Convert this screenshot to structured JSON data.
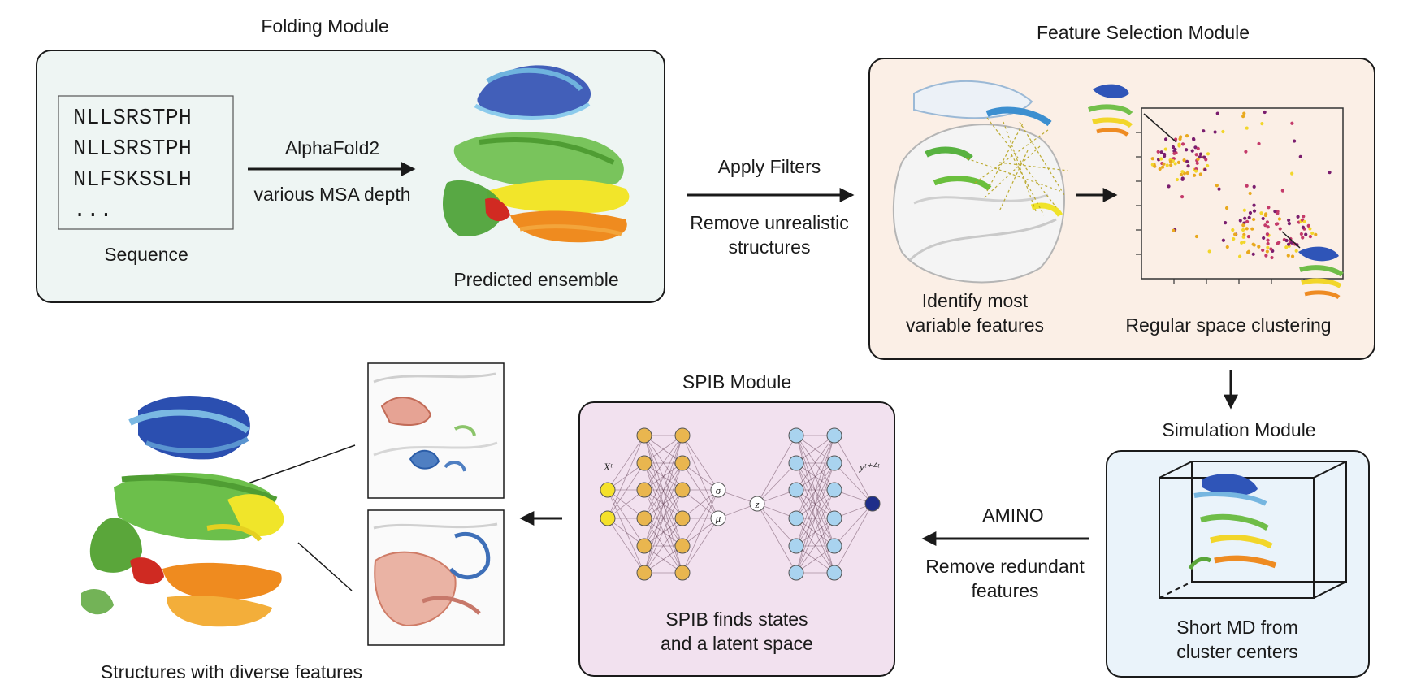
{
  "folding": {
    "title": "Folding Module",
    "sequence_lines": [
      "NLLSRSTPH",
      "NLLSRSTPH",
      "NLFSKSSLH",
      "..."
    ],
    "sequence_label": "Sequence",
    "arrow_top": "AlphaFold2",
    "arrow_bottom": "various MSA depth",
    "ensemble_label": "Predicted ensemble"
  },
  "filters": {
    "top": "Apply Filters",
    "bottom_1": "Remove unrealistic",
    "bottom_2": "structures"
  },
  "feature_selection": {
    "title": "Feature Selection Module",
    "left_label_1": "Identify most",
    "left_label_2": "variable features",
    "right_label": "Regular space clustering"
  },
  "simulation": {
    "title": "Simulation Module",
    "label_1": "Short MD from",
    "label_2": "cluster centers"
  },
  "amino": {
    "top": "AMINO",
    "bottom_1": "Remove redundant",
    "bottom_2": "features"
  },
  "spib": {
    "title": "SPIB Module",
    "label_1": "SPIB finds states",
    "label_2": "and a latent space",
    "input_symbol": "Xᵗ",
    "output_symbol": "yᵗ⁺ᐞᵗ",
    "sigma_symbol": "σ",
    "mu_symbol": "μ",
    "z_symbol": "z"
  },
  "result": {
    "label": "Structures with diverse features"
  },
  "colors": {
    "folding_bg": "#eef5f3",
    "feature_bg": "#fbefe6",
    "simulation_bg": "#eaf3fa",
    "spib_bg": "#f2e1ef",
    "node_yellow": "#f5e12a",
    "node_orange": "#e9b64f",
    "node_blue": "#a9d3ef",
    "node_navy": "#1f2e8a"
  }
}
